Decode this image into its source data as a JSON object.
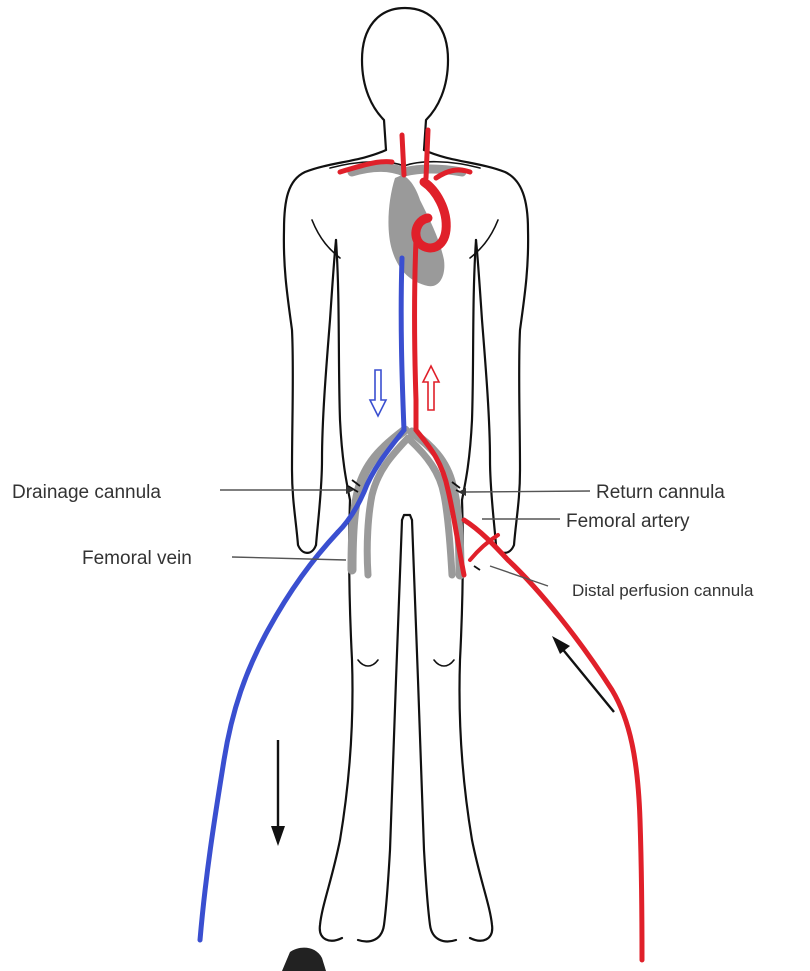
{
  "labels": {
    "drainage_cannula": "Drainage cannula",
    "femoral_vein": "Femoral vein",
    "return_cannula": "Return cannula",
    "femoral_artery": "Femoral artery",
    "distal_perfusion_cannula": "Distal perfusion cannula"
  },
  "colors": {
    "venous": "#3a4fd0",
    "arterial": "#e0202a",
    "vessel_gray": "#9a9a9a",
    "outline": "#111111",
    "label_text": "#333333"
  }
}
